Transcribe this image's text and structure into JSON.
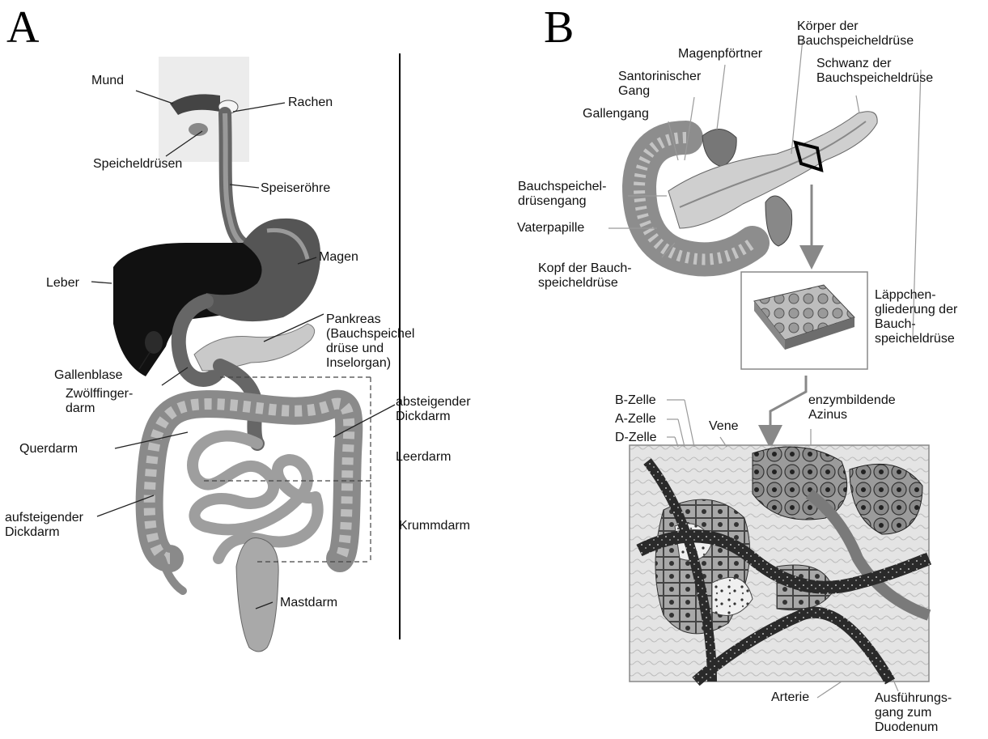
{
  "panel_a": {
    "letter": "A",
    "labels": {
      "mund": "Mund",
      "rachen": "Rachen",
      "speicheldruesen": "Speicheldrüsen",
      "speiseroehre": "Speiseröhre",
      "magen": "Magen",
      "leber": "Leber",
      "pankreas": "Pankreas\n(Bauchspeichel\ndrüse und\nInselorgan)",
      "gallenblase": "Gallenblase",
      "zwoelffingerdarm": "Zwölffinger-\ndarm",
      "absteigender": "absteigender\nDickdarm",
      "querdarm": "Querdarm",
      "leerdarm": "Leerdarm",
      "aufsteigender": "aufsteigender\nDickdarm",
      "krummdarm": "Krummdarm",
      "mastdarm": "Mastdarm"
    }
  },
  "panel_b": {
    "letter": "B",
    "labels": {
      "koerper": "Körper der\nBauchspeicheldrüse",
      "magenpfoertner": "Magenpförtner",
      "santorinischer": "Santorinischer\nGang",
      "schwanz": "Schwanz der\nBauchspeicheldrüse",
      "gallengang": "Gallengang",
      "bauchgang": "Bauchspeichel-\ndrüsengang",
      "vaterpapille": "Vaterpapille",
      "kopf": "Kopf der Bauch-\nspeicheldrüse",
      "laeppchen": "Läppchen-\ngliederung der\nBauch-\nspeicheldrüse",
      "bzelle": "B-Zelle",
      "azelle": "A-Zelle",
      "dzelle": "D-Zelle",
      "vene": "Vene",
      "enzym": "enzymbildende\nAzinus",
      "arterie": "Arterie",
      "ausfuehrung": "Ausführungs-\ngang zum\nDuodenum"
    }
  }
}
